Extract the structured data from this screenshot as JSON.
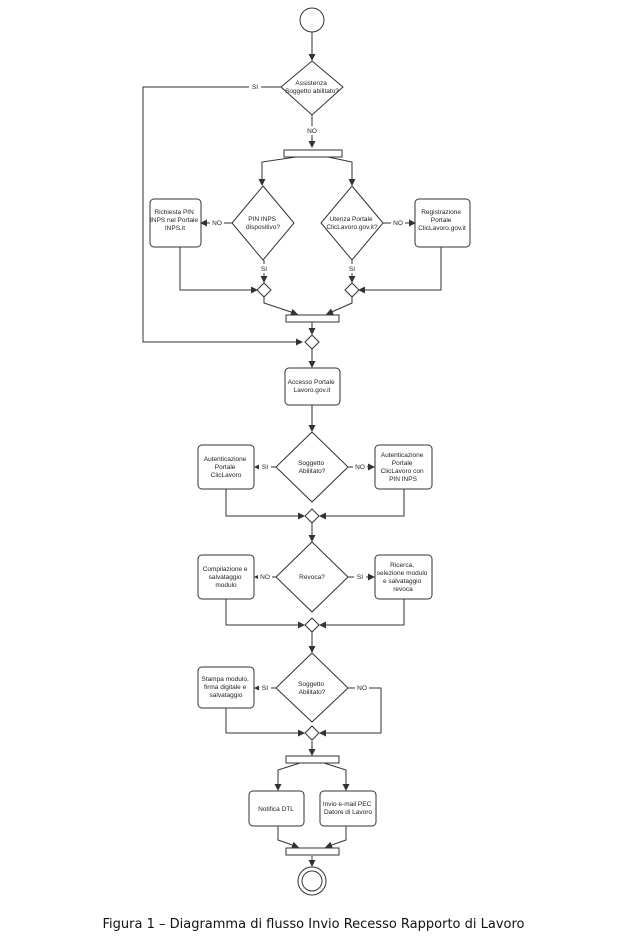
{
  "caption": "Figura  1 – Diagramma di flusso Invio Recesso Rapporto di Lavoro",
  "nodes": {
    "d_assistenza": [
      "Assistenza",
      "Soggetto abilitato?"
    ],
    "d_pin": [
      "PIN  INPS",
      "dispositivo?"
    ],
    "d_utenza": [
      "Utenza Portale",
      "ClicLavoro.gov.it?"
    ],
    "b_richiesta_pin": [
      "Richiesta PIN",
      "INPS nel Portale",
      "INPS.it"
    ],
    "b_registrazione": [
      "Registrazione",
      "Portale",
      "ClicLavoro.gov.it"
    ],
    "b_accesso": [
      "Accesso Portale",
      "Lavoro.gov.it"
    ],
    "d_soggetto1": [
      "Soggetto",
      "Abilitato?"
    ],
    "b_auth_portale": [
      "Autenticazione",
      "Portale",
      "ClicLavoro"
    ],
    "b_auth_pin": [
      "Autenticazione",
      "Portale",
      "ClicLavoro con",
      "PIN INPS"
    ],
    "d_revoca": [
      "Revoca?"
    ],
    "b_compilazione": [
      "Compilazione e",
      "salvataggio",
      "modulo"
    ],
    "b_ricerca": [
      "Ricerca,",
      "selezione modulo",
      "e salvataggio",
      "revoca"
    ],
    "d_soggetto2": [
      "Soggetto",
      "Abilitato?"
    ],
    "b_stampa": [
      "Stampa modulo,",
      "firma digitale e",
      "salvataggio"
    ],
    "b_notifica": [
      "Notifica DTL"
    ],
    "b_invio": [
      "Invio e-mail PEC",
      "Datore di Lavoro"
    ]
  },
  "edge_labels": {
    "si_assistenza": "SI",
    "no_assistenza": "NO",
    "no_pin": "NO",
    "no_utenza": "NO",
    "si_pin": "SI",
    "si_utenza": "SI",
    "si_soggetto1": "SI",
    "no_soggetto1": "NO",
    "no_revoca": "NO",
    "si_revoca": "SI",
    "si_soggetto2": "SI",
    "no_soggetto2": "NO"
  }
}
